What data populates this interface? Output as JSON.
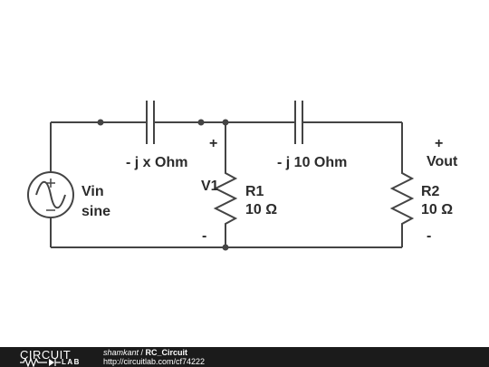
{
  "diagram": {
    "capacitor_1": {
      "label": "- j x Ohm"
    },
    "capacitor_2": {
      "label": "- j 10 Ohm"
    },
    "source": {
      "name": "Vin",
      "type": "sine"
    },
    "r1": {
      "name": "R1",
      "value": "10 Ω"
    },
    "r2": {
      "name": "R2",
      "value": "10 Ω"
    },
    "v1_probe": {
      "name": "V1",
      "plus": "+",
      "minus": "-"
    },
    "vout_probe": {
      "name": "Vout",
      "plus": "+",
      "minus": "-"
    }
  },
  "footer": {
    "logo_text_top": "CIRCUIT",
    "logo_text_bottom": "LAB",
    "author": "shamkant",
    "separator": " / ",
    "circuit_name": "RC_Circuit",
    "url": "http://circuitlab.com/cf74222"
  },
  "colors": {
    "wire": "#444444",
    "footer_bg": "#1b1b1b"
  }
}
